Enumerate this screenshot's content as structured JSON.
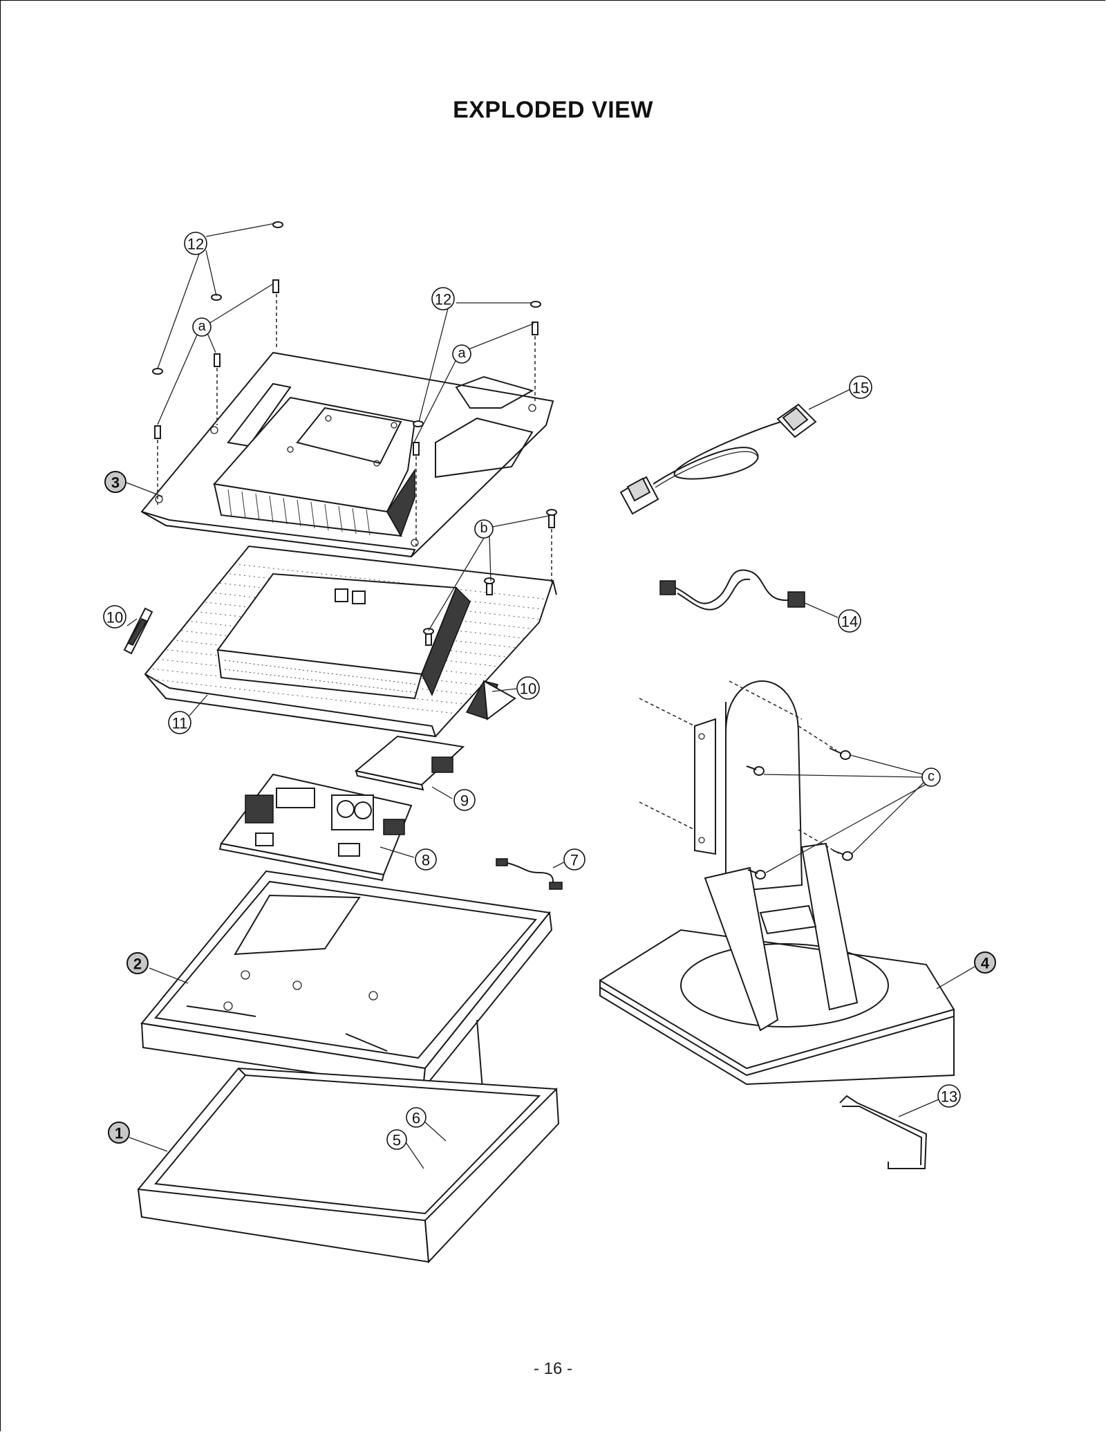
{
  "title": "EXPLODED VIEW",
  "page_number": "- 16 -",
  "callouts": {
    "c1": "1",
    "c2": "2",
    "c3": "3",
    "c4": "4",
    "c5": "5",
    "c6": "6",
    "c7": "7",
    "c8": "8",
    "c9": "9",
    "c10a": "10",
    "c10b": "10",
    "c11": "11",
    "c12a": "12",
    "c12b": "12",
    "c13": "13",
    "c14": "14",
    "c15": "15",
    "ca1": "a",
    "ca2": "a",
    "cb": "b",
    "cc": "c"
  }
}
